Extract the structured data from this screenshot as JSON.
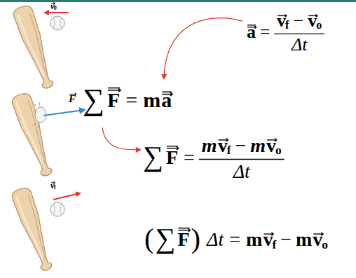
{
  "diagram": {
    "labels": [
      "v",
      "0",
      "F",
      "v",
      "f",
      "a",
      "=",
      "v",
      "f",
      "−",
      "v",
      "o",
      "Δt",
      "∑",
      "F",
      "=",
      "m",
      "a",
      "∑",
      "F",
      "=",
      "m",
      "v",
      "f",
      "−",
      "m",
      "v",
      "o",
      "Δt",
      "(",
      "∑",
      "F",
      ")",
      "Δt",
      "=",
      "m",
      "v",
      "f",
      "−",
      "m",
      "v",
      "o"
    ]
  }
}
